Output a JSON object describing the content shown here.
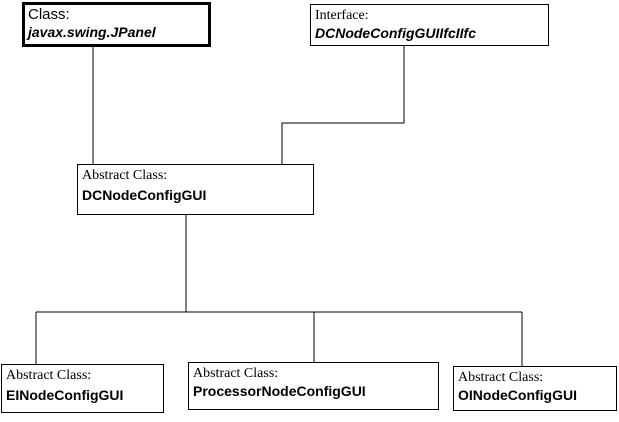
{
  "diagram": {
    "nodes": {
      "jpanel": {
        "kind": "Class:",
        "name": "javax.swing.JPanel"
      },
      "iface": {
        "kind": "Interface:",
        "name": "DCNodeConfigGUIIfcIIfc"
      },
      "abstract": {
        "kind": "Abstract Class:",
        "name": "DCNodeConfigGUI"
      },
      "ei": {
        "kind": "Abstract Class:",
        "name": "EINodeConfigGUI"
      },
      "proc": {
        "kind": "Abstract Class:",
        "name": "ProcessorNodeConfigGUI"
      },
      "oi": {
        "kind": "Abstract Class:",
        "name": "OINodeConfigGUI"
      }
    },
    "edges": [
      {
        "from": "abstract",
        "to": "jpanel"
      },
      {
        "from": "abstract",
        "to": "iface"
      },
      {
        "from": "ei",
        "to": "abstract"
      },
      {
        "from": "proc",
        "to": "abstract"
      },
      {
        "from": "oi",
        "to": "abstract"
      }
    ]
  }
}
